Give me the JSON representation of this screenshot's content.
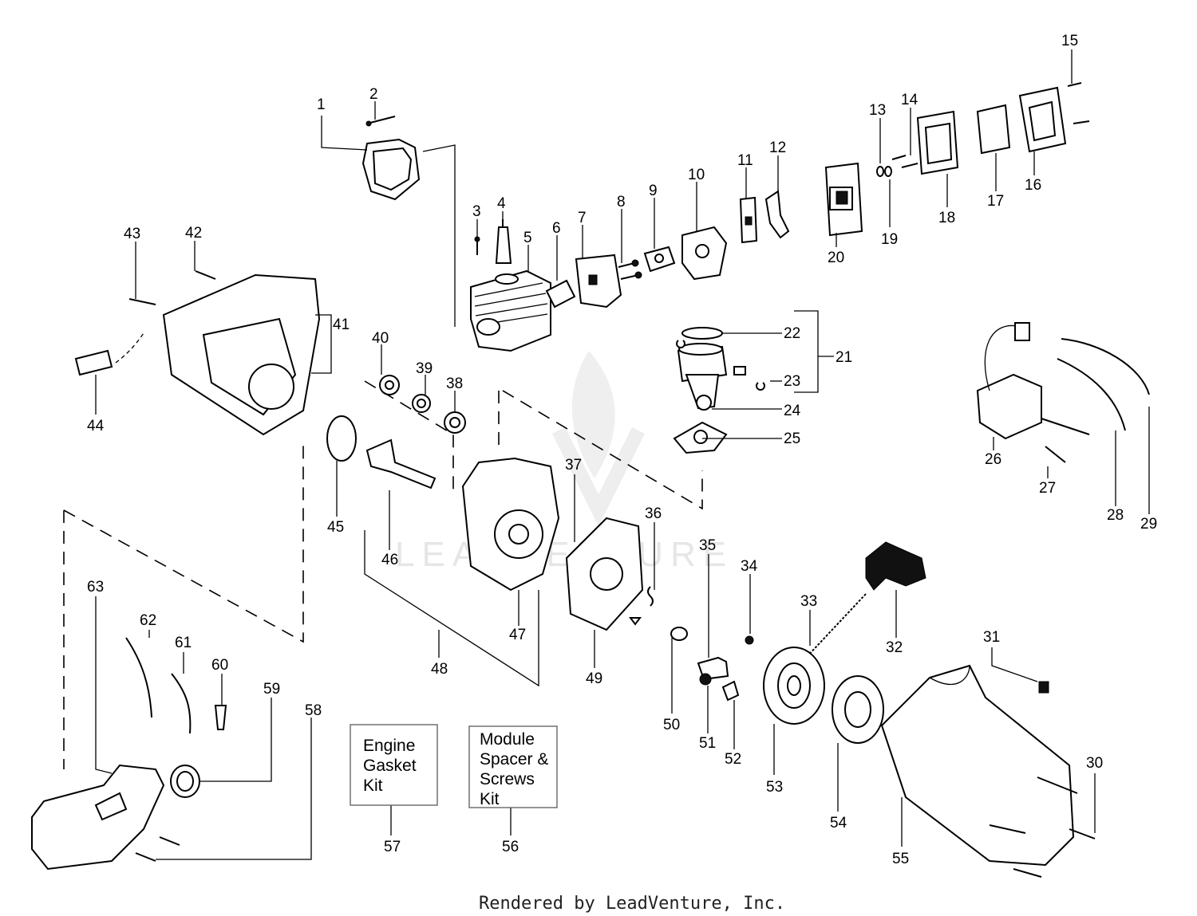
{
  "watermark": "LEADVENTURE",
  "footer": "Rendered by LeadVenture, Inc.",
  "kits": {
    "engine_gasket": "Engine\nGasket\nKit",
    "module_spacer": "Module\nSpacer &\nScrews\nKit"
  },
  "labels": {
    "p1": "1",
    "p2": "2",
    "p3": "3",
    "p4": "4",
    "p5": "5",
    "p6": "6",
    "p7": "7",
    "p8": "8",
    "p9": "9",
    "p10": "10",
    "p11": "11",
    "p12": "12",
    "p13": "13",
    "p14": "14",
    "p15": "15",
    "p16": "16",
    "p17": "17",
    "p18": "18",
    "p19": "19",
    "p20": "20",
    "p21": "21",
    "p22": "22",
    "p23": "23",
    "p24": "24",
    "p25": "25",
    "p26": "26",
    "p27": "27",
    "p28": "28",
    "p29": "29",
    "p30": "30",
    "p31": "31",
    "p32": "32",
    "p33": "33",
    "p34": "34",
    "p35": "35",
    "p36": "36",
    "p37": "37",
    "p38": "38",
    "p39": "39",
    "p40": "40",
    "p41": "41",
    "p42": "42",
    "p43": "43",
    "p44": "44",
    "p45": "45",
    "p46": "46",
    "p47": "47",
    "p48": "48",
    "p49": "49",
    "p50": "50",
    "p51": "51",
    "p52": "52",
    "p53": "53",
    "p54": "54",
    "p55": "55",
    "p56": "56",
    "p57": "57",
    "p58": "58",
    "p59": "59",
    "p60": "60",
    "p61": "61",
    "p62": "62",
    "p63": "63"
  }
}
